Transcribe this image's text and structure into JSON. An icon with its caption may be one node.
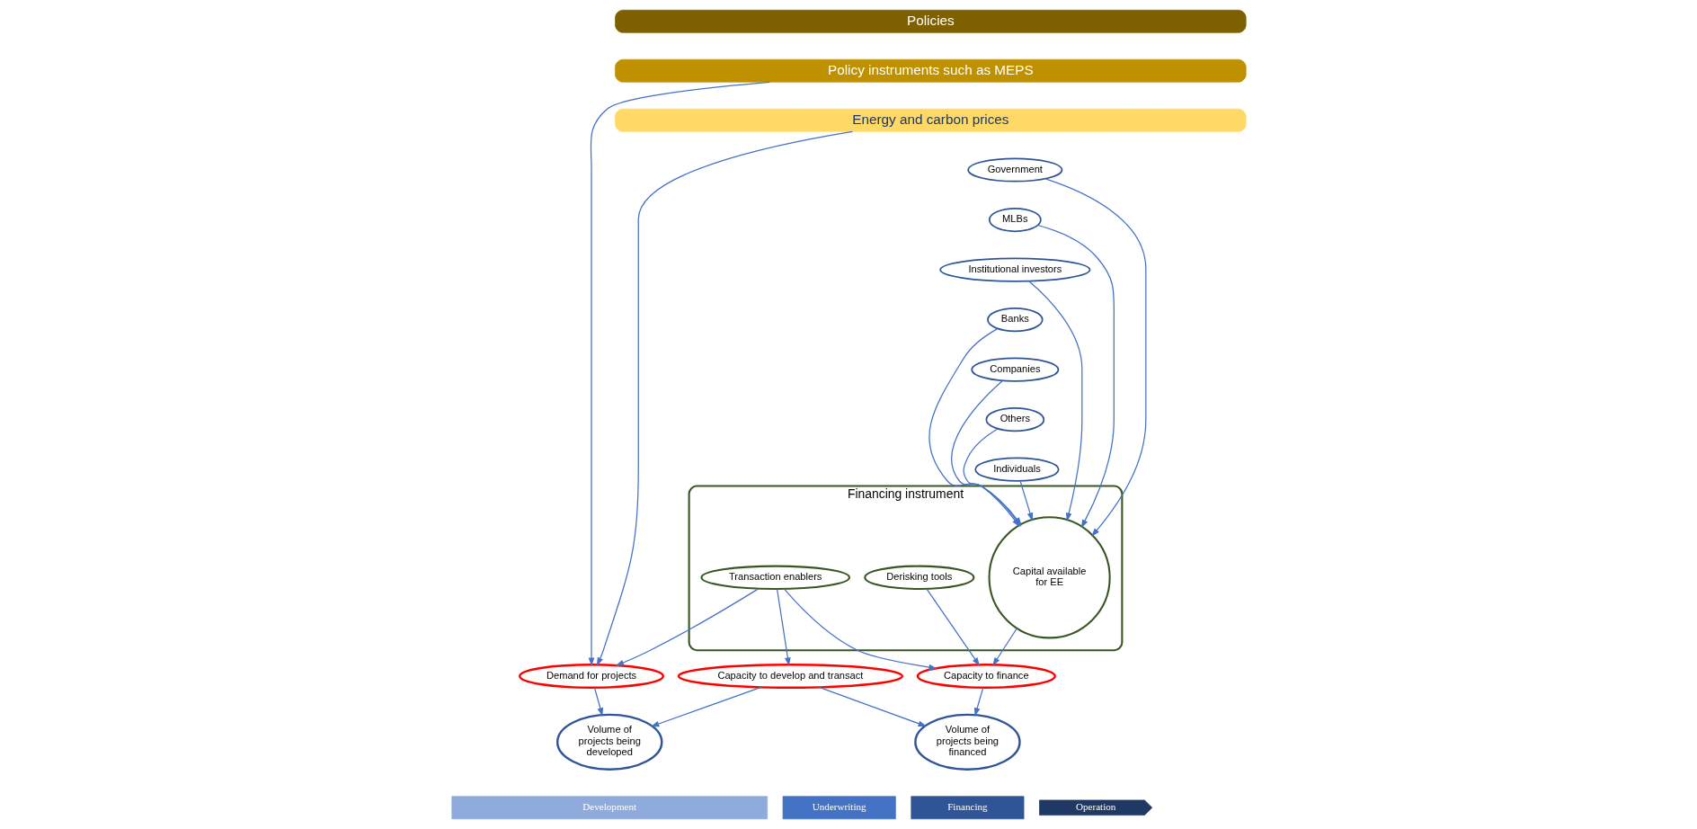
{
  "diagram": {
    "nodes": [
      {
        "text": [
          "Policies"
        ]
      },
      {
        "text": [
          "Policy instruments such as MEPS"
        ]
      },
      {
        "text": [
          "Energy and carbon prices"
        ]
      },
      {
        "text": [
          "Financing instrument"
        ]
      },
      {
        "text": [
          "Transaction enablers"
        ],
        "in": 3
      },
      {
        "text": [
          "Derisking tools"
        ],
        "in": 3
      },
      {
        "text": [
          "Capital available for EE"
        ],
        "in": 3
      },
      {
        "text": [
          "Government"
        ]
      },
      {
        "text": [
          "MLBs"
        ]
      },
      {
        "text": [
          "Institutional investors"
        ]
      },
      {
        "text": [
          "Banks"
        ]
      },
      {
        "text": [
          "Companies"
        ]
      },
      {
        "text": [
          "Others"
        ]
      },
      {
        "text": [
          "Individuals"
        ]
      },
      {
        "text": [
          "Demand for projects"
        ]
      },
      {
        "text": [
          "Capacity to develop and transact"
        ]
      },
      {
        "text": [
          "Capacity to finance"
        ]
      },
      {
        "text": [
          "Volume of projects being developed"
        ]
      },
      {
        "text": [
          "Volume of projects being financed"
        ]
      },
      {
        "text": [
          "Development"
        ]
      },
      {
        "text": [
          "Underwriting"
        ]
      },
      {
        "text": [
          "Financing"
        ]
      },
      {
        "text": [
          "Operation"
        ]
      }
    ],
    "edges": [
      {
        "from": 1,
        "to": 14,
        "arrow": "to"
      },
      {
        "from": 2,
        "to": 14,
        "arrow": "to"
      },
      {
        "from": 7,
        "to": 6,
        "arrow": "to"
      },
      {
        "from": 8,
        "to": 6,
        "arrow": "to"
      },
      {
        "from": 9,
        "to": 6,
        "arrow": "to"
      },
      {
        "from": 10,
        "to": 6,
        "arrow": "to"
      },
      {
        "from": 11,
        "to": 6,
        "arrow": "to"
      },
      {
        "from": 12,
        "to": 6,
        "arrow": "to"
      },
      {
        "from": 13,
        "to": 6,
        "arrow": "to"
      },
      {
        "from": 4,
        "to": 14,
        "arrow": "to"
      },
      {
        "from": 4,
        "to": 15,
        "arrow": "to"
      },
      {
        "from": 4,
        "to": 16,
        "arrow": "to"
      },
      {
        "from": 5,
        "to": 16,
        "arrow": "to"
      },
      {
        "from": 6,
        "to": 16,
        "arrow": "to"
      },
      {
        "from": 14,
        "to": 17,
        "arrow": "to"
      },
      {
        "from": 15,
        "to": 17,
        "arrow": "to"
      },
      {
        "from": 15,
        "to": 18,
        "arrow": "to"
      },
      {
        "from": 16,
        "to": 18,
        "arrow": "to"
      }
    ]
  }
}
